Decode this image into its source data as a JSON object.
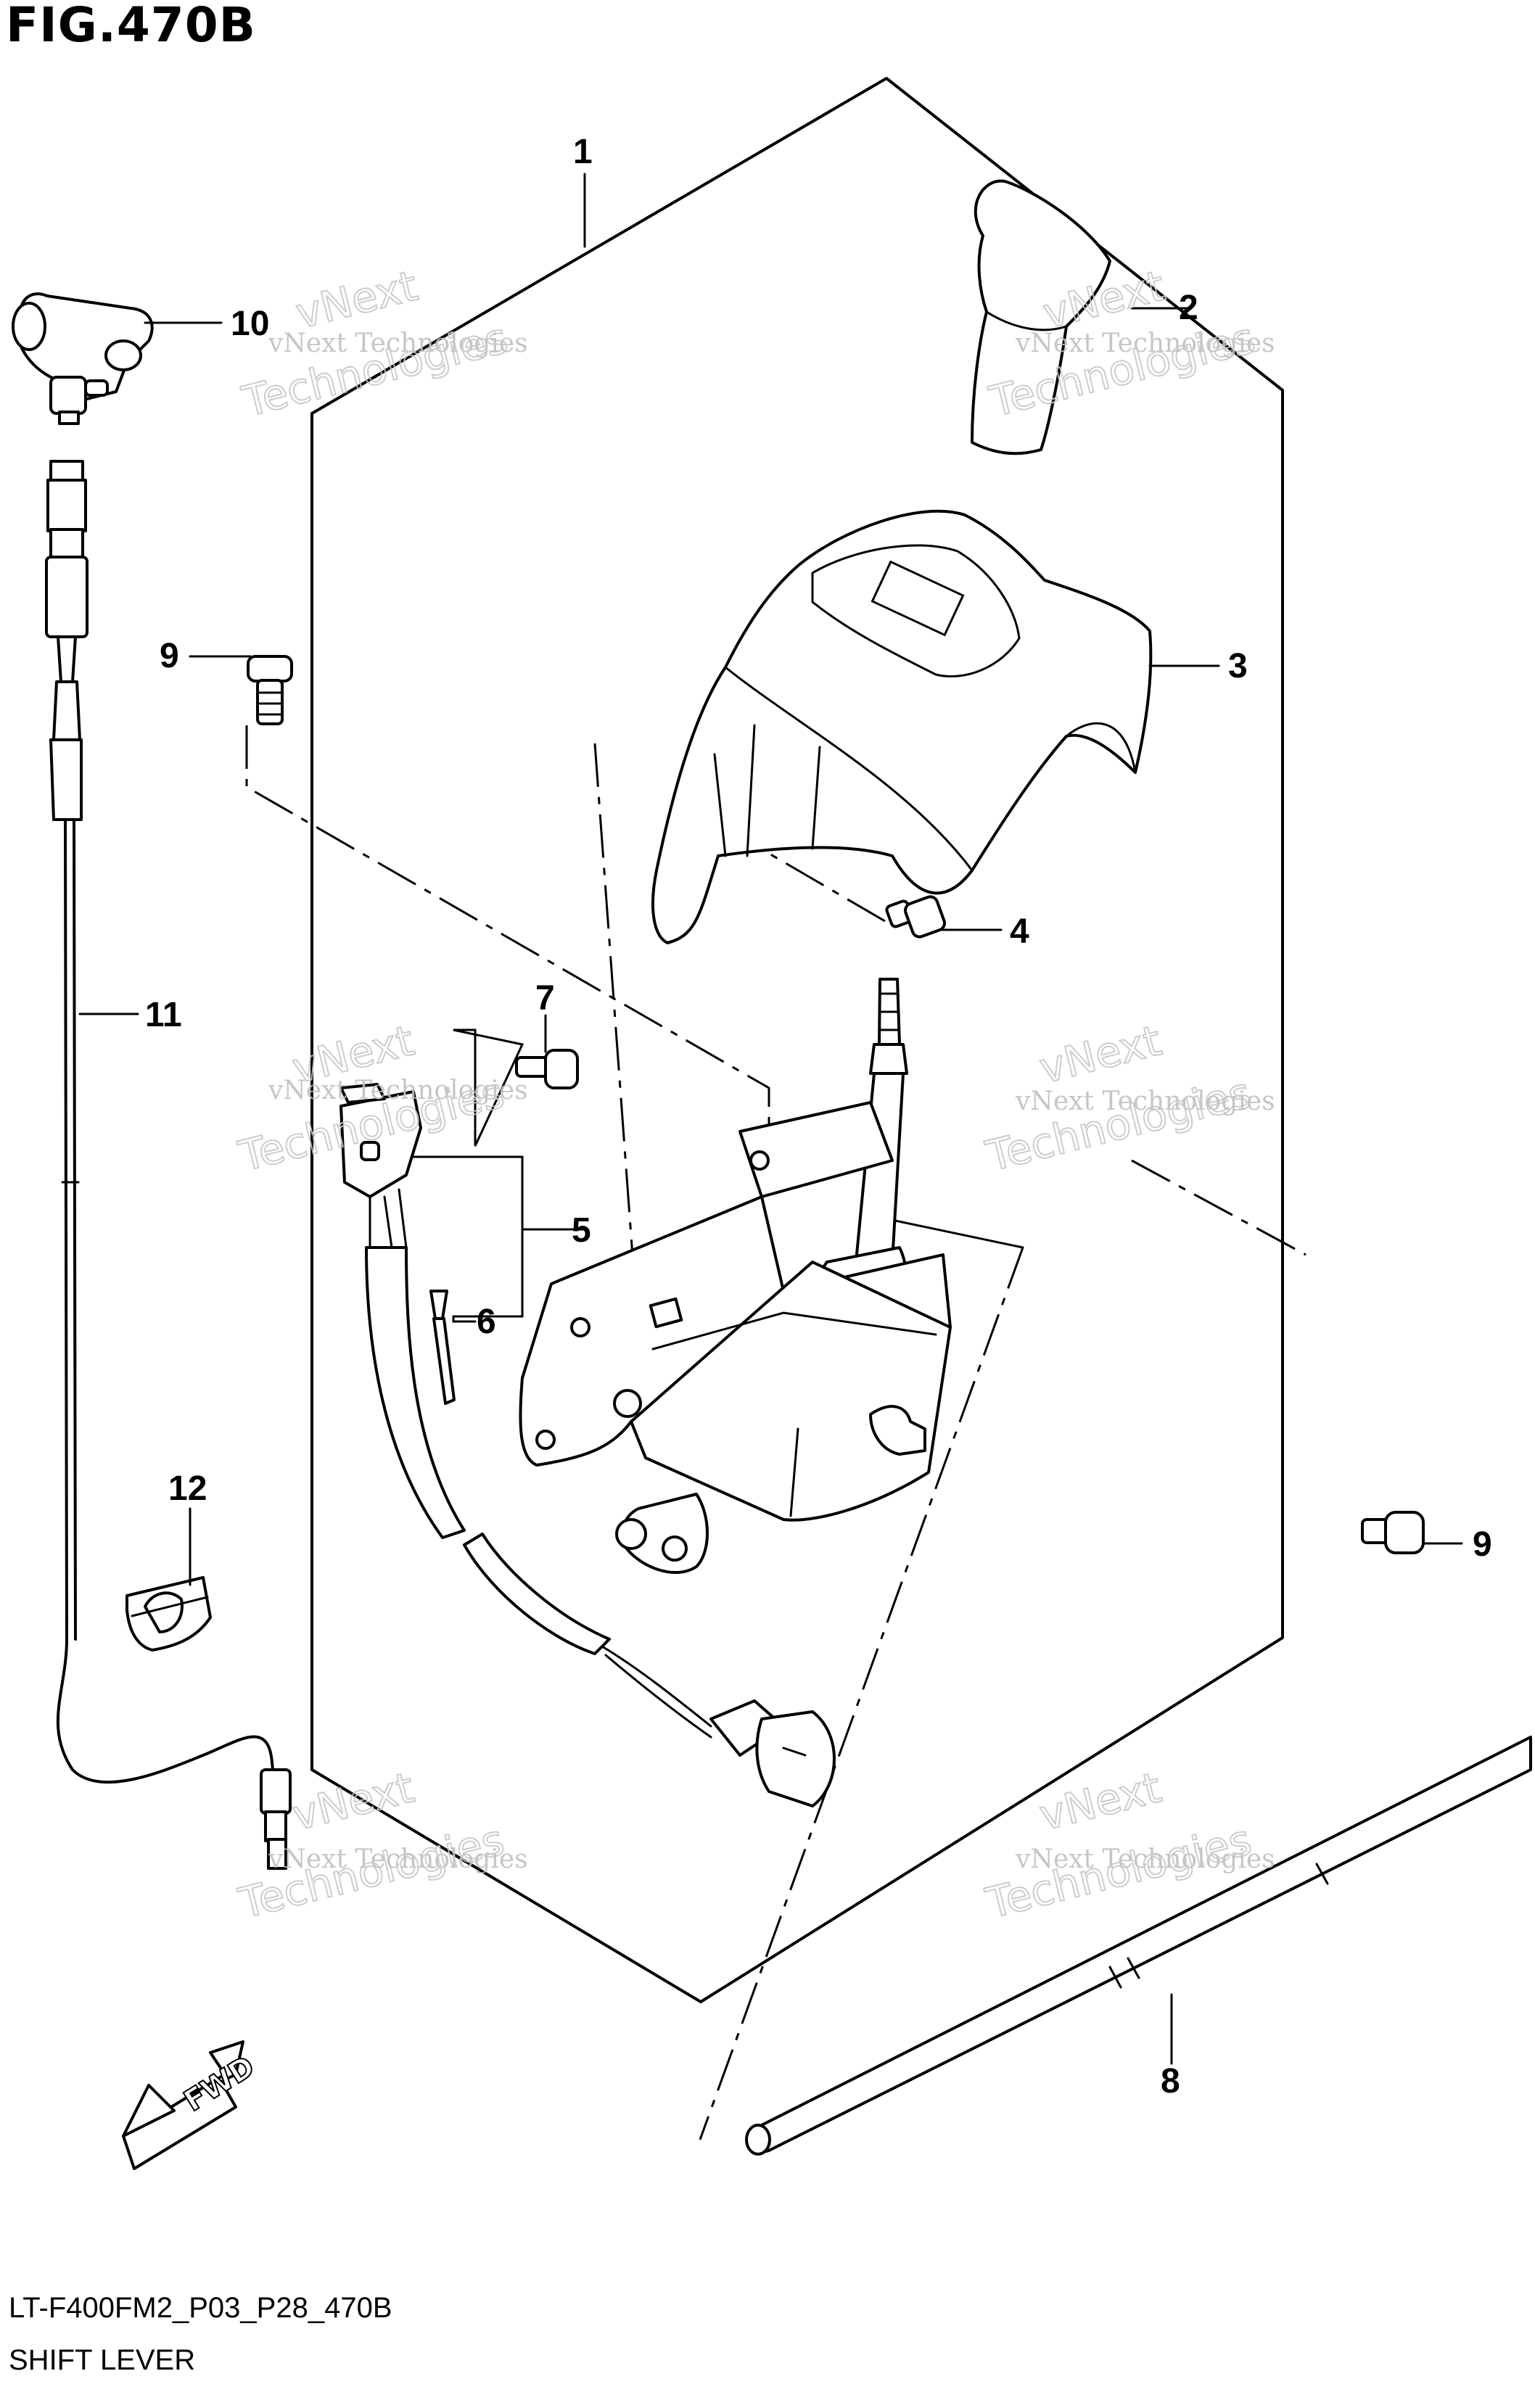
{
  "figure": {
    "title": "FIG.470B",
    "code": "LT-F400FM2_P03_P28_470B",
    "name": "SHIFT LEVER"
  },
  "callouts": {
    "c1": "1",
    "c2": "2",
    "c3": "3",
    "c4": "4",
    "c5": "5",
    "c6": "6",
    "c7": "7",
    "c8": "8",
    "c9a": "9",
    "c9b": "9",
    "c10": "10",
    "c11": "11",
    "c12": "12"
  },
  "fwd_label": "FWD",
  "watermark": {
    "small": "vNext Technologies",
    "large_top": "vNext",
    "large_bottom": "Technologies"
  },
  "icons": [
    "fwd-arrow-icon"
  ]
}
